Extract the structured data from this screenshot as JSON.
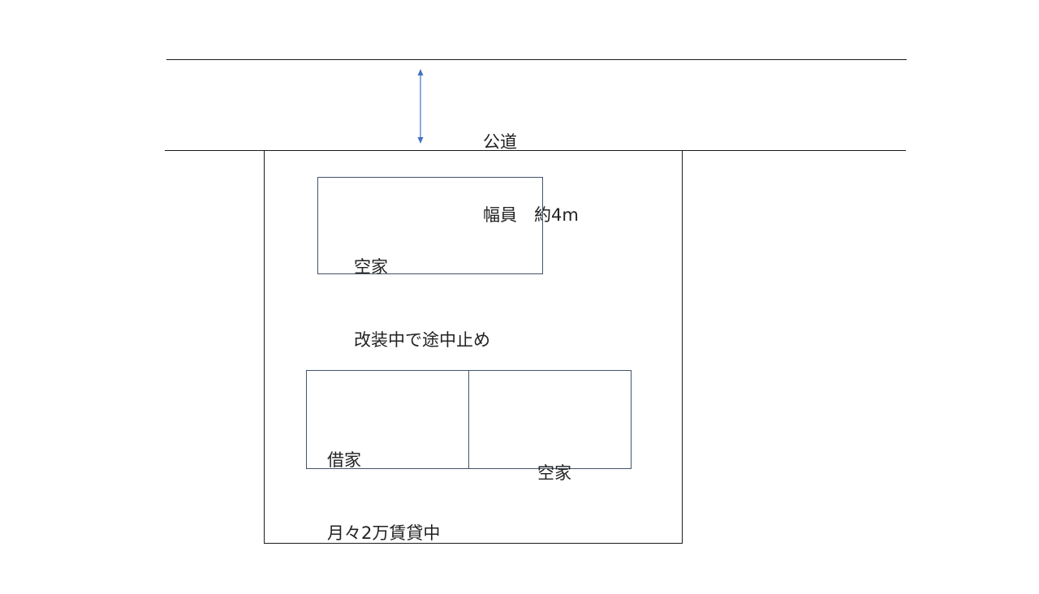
{
  "road": {
    "line1": "公道",
    "line2": "幅員　約4m"
  },
  "buildings": {
    "front": {
      "line1": "空家",
      "line2": "改装中で途中止め"
    },
    "rear_left": {
      "line1": "借家",
      "line2": "月々2万賃貸中"
    },
    "rear_right": {
      "line1": "空家"
    }
  },
  "colors": {
    "line": "#1a1a1a",
    "building_border": "#44546a",
    "arrow": "#4472c4"
  }
}
